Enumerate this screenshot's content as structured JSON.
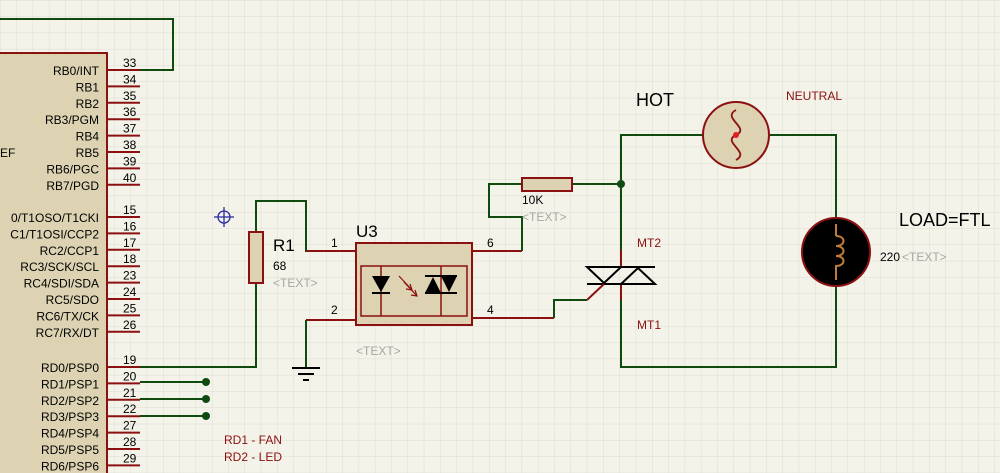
{
  "mcu": {
    "pins_top": [
      {
        "name": "RB0/INT",
        "num": "33"
      },
      {
        "name": "RB1",
        "num": "34"
      },
      {
        "name": "RB2",
        "num": "35"
      },
      {
        "name": "RB3/PGM",
        "num": "36"
      },
      {
        "name": "RB4",
        "num": "37"
      },
      {
        "name": "RB5",
        "num": "38"
      },
      {
        "name": "RB6/PGC",
        "num": "39"
      },
      {
        "name": "RB7/PGD",
        "num": "40"
      }
    ],
    "pins_mid": [
      {
        "name": "0/T1OSO/T1CKI",
        "num": "15"
      },
      {
        "name": "C1/T1OSI/CCP2",
        "num": "16"
      },
      {
        "name": "RC2/CCP1",
        "num": "17"
      },
      {
        "name": "RC3/SCK/SCL",
        "num": "18"
      },
      {
        "name": "RC4/SDI/SDA",
        "num": "23"
      },
      {
        "name": "RC5/SDO",
        "num": "24"
      },
      {
        "name": "RC6/TX/CK",
        "num": "25"
      },
      {
        "name": "RC7/RX/DT",
        "num": "26"
      }
    ],
    "pins_bot": [
      {
        "name": "RD0/PSP0",
        "num": "19"
      },
      {
        "name": "RD1/PSP1",
        "num": "20"
      },
      {
        "name": "RD2/PSP2",
        "num": "21"
      },
      {
        "name": "RD3/PSP3",
        "num": "22"
      },
      {
        "name": "RD4/PSP4",
        "num": "27"
      },
      {
        "name": "RD5/PSP5",
        "num": "28"
      },
      {
        "name": "RD6/PSP6",
        "num": "29"
      }
    ],
    "partial_label": "EF"
  },
  "r1": {
    "ref": "R1",
    "value": "68",
    "text": "<TEXT>"
  },
  "u3": {
    "ref": "U3",
    "pin1": "1",
    "pin2": "2",
    "pin4": "4",
    "pin6": "6",
    "text": "<TEXT>"
  },
  "r10k": {
    "value": "10K",
    "text": "<TEXT>"
  },
  "triac": {
    "mt2": "MT2",
    "mt1": "MT1"
  },
  "source": {
    "hot": "HOT",
    "neutral": "NEUTRAL"
  },
  "lamp": {
    "label": "LOAD=FTL",
    "value": "220",
    "text": "<TEXT>"
  },
  "notes": {
    "line1": "RD1 - FAN",
    "line2": "RD2 - LED"
  },
  "colors": {
    "wire": "#0f4a0f",
    "body": "#8b1010",
    "fill": "#ddd3b2",
    "grid": "#dcdcd2"
  }
}
